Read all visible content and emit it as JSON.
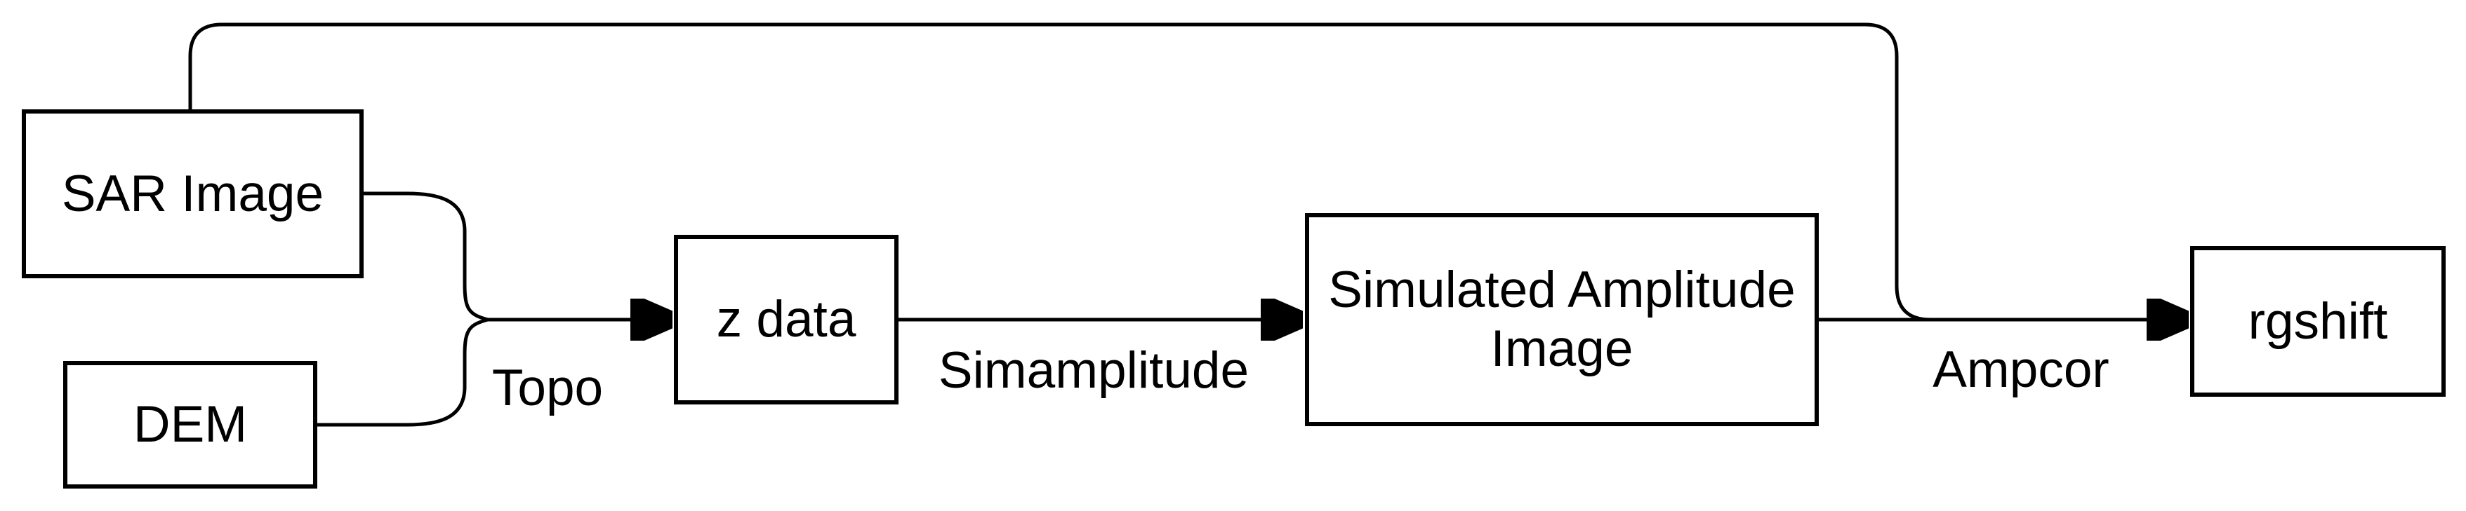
{
  "diagram": {
    "background_color": "#ffffff",
    "stroke_color": "#000000",
    "text_color": "#000000",
    "nodes": {
      "sar_image": {
        "label": "SAR Image"
      },
      "dem": {
        "label": "DEM"
      },
      "z_data": {
        "label": "z data"
      },
      "simulated_amplitude_image": {
        "label": "Simulated Amplitude Image"
      },
      "rgshift": {
        "label": "rgshift"
      }
    },
    "edges": {
      "topo": {
        "label": "Topo",
        "from": [
          "SAR Image",
          "DEM"
        ],
        "to": "z data"
      },
      "simamplitude": {
        "label": "Simamplitude",
        "from": [
          "z data"
        ],
        "to": "Simulated Amplitude Image"
      },
      "ampcor": {
        "label": "Ampcor",
        "from": [
          "Simulated Amplitude Image",
          "SAR Image"
        ],
        "to": "rgshift"
      }
    }
  }
}
